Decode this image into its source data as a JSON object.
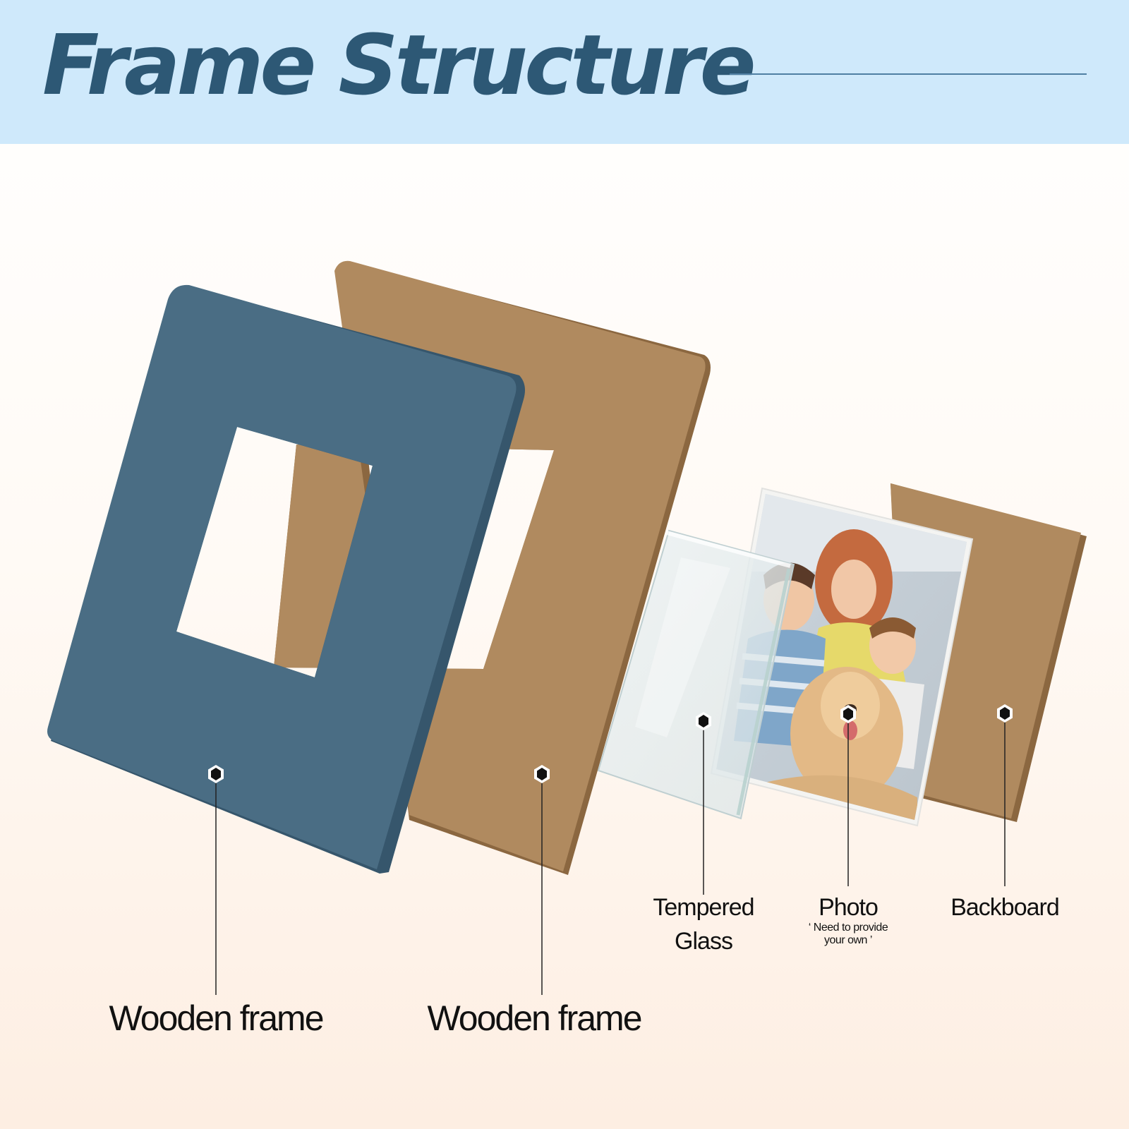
{
  "title": "Frame Structure",
  "colors": {
    "header_bg": "#cfe9fb",
    "title": "#2d5875",
    "blue_frame": "#4a6d84",
    "wood": "#b08a5f",
    "wood_edge": "#8b6740",
    "marker": "#111111"
  },
  "components": [
    {
      "label": "Wooden frame"
    },
    {
      "label": "Wooden frame"
    },
    {
      "label_lines": [
        "Tempered",
        "Glass"
      ]
    },
    {
      "label": "Photo",
      "note_lines": [
        "‘ Need to provide",
        "your own ’"
      ]
    },
    {
      "label": "Backboard"
    }
  ]
}
